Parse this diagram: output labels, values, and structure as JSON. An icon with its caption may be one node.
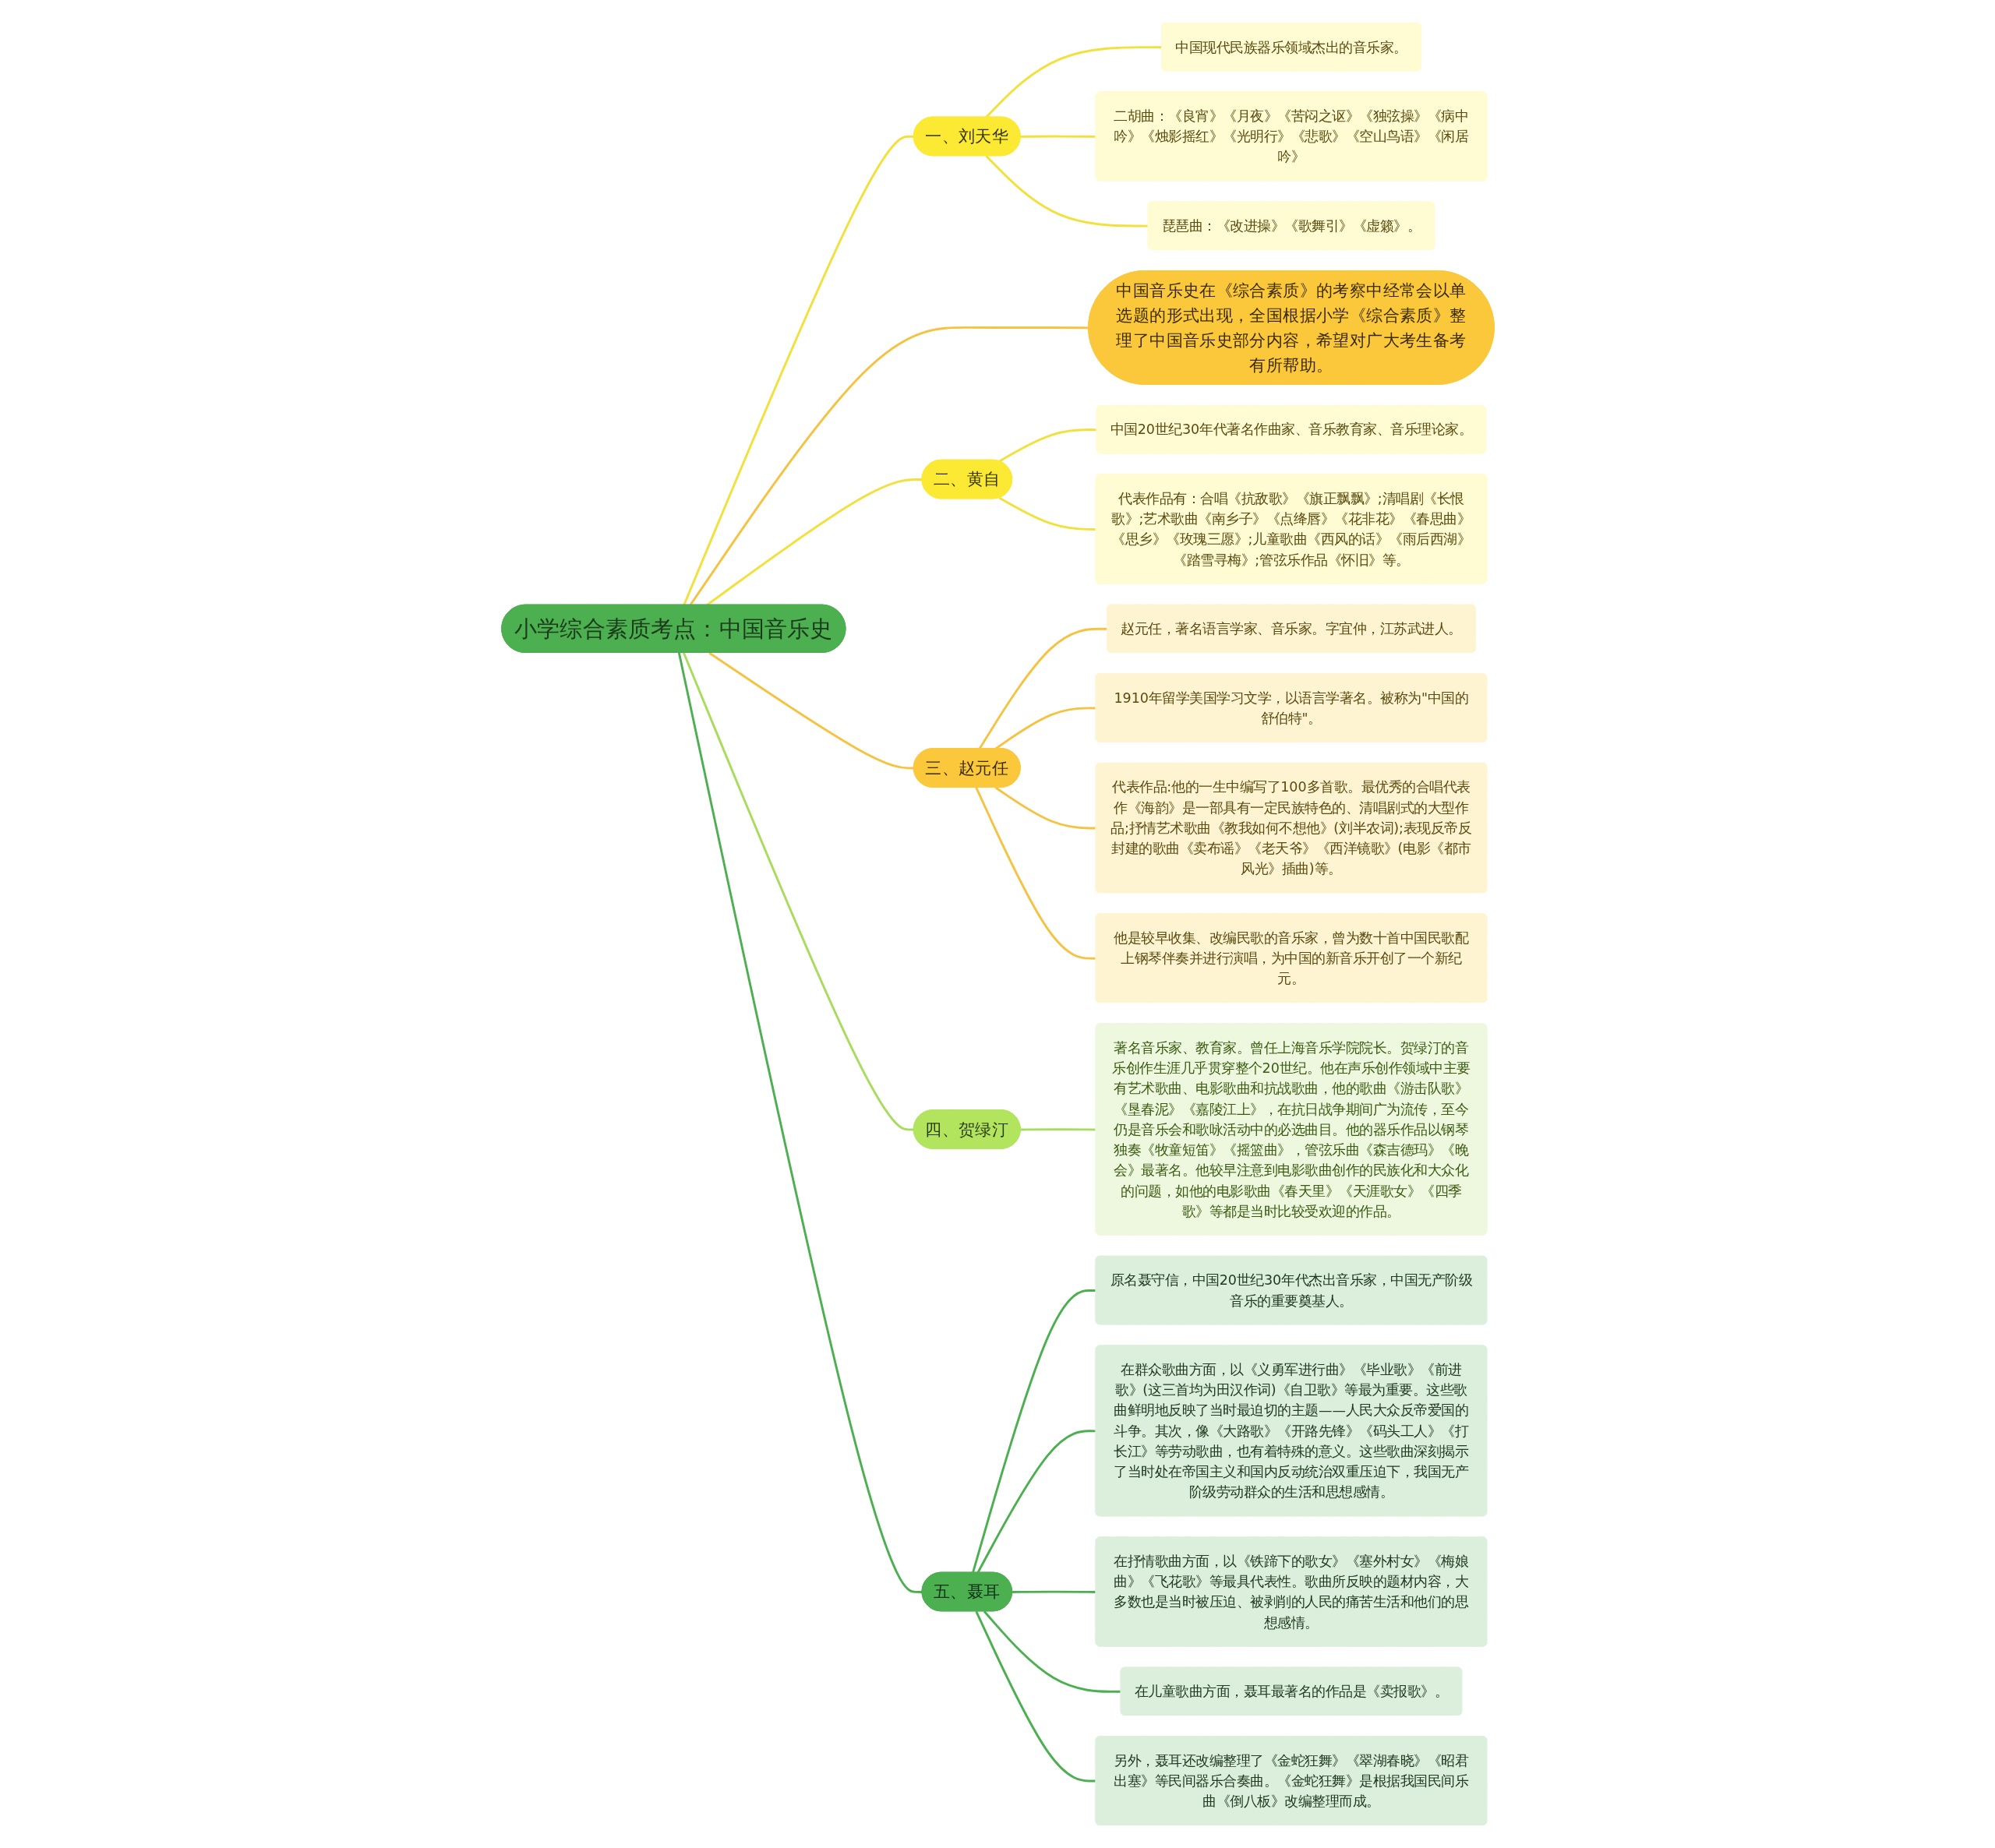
{
  "diagram": {
    "nodes": [
      {
        "text": [
          "小学综合素质考点：中国音乐史"
        ]
      },
      {
        "text": [
          "一、刘天华"
        ]
      },
      {
        "text": [
          "中国现代民族器乐领域杰出的音乐家。"
        ]
      },
      {
        "text": [
          "二胡曲：《良宵》《月夜》《苦闷之讴》《独弦操》《病中吟》《烛影摇红》《光明行》《悲歌》《空山鸟语》《闲居吟》"
        ]
      },
      {
        "text": [
          "琵琶曲：《改进操》《歌舞引》《虚籁》。"
        ]
      },
      {
        "text": [
          "中国音乐史在《综合素质》的考察中经常会以单选题的形式出现，全国根据小学《综合素质》整理了中国音乐史部分内容，希望对广大考生备考有所帮助。"
        ]
      },
      {
        "text": [
          "二、黄自"
        ]
      },
      {
        "text": [
          "中国20世纪30年代著名作曲家、音乐教育家、音乐理论家。"
        ]
      },
      {
        "text": [
          "代表作品有：合唱《抗敌歌》《旗正飘飘》;清唱剧《长恨歌》;艺术歌曲《南乡子》《点绛唇》《花非花》《春思曲》《思乡》《玫瑰三愿》;儿童歌曲《西风的话》《雨后西湖》《踏雪寻梅》;管弦乐作品《怀旧》等。"
        ]
      },
      {
        "text": [
          "三、赵元任"
        ]
      },
      {
        "text": [
          "赵元任，著名语言学家、音乐家。字宜仲，江苏武进人。"
        ]
      },
      {
        "text": [
          "1910年留学美国学习文学，以语言学著名。被称为\"中国的舒伯特\"。"
        ]
      },
      {
        "text": [
          "代表作品:他的一生中编写了100多首歌。最优秀的合唱代表作《海韵》是一部具有一定民族特色的、清唱剧式的大型作品;抒情艺术歌曲《教我如何不想他》(刘半农词);表现反帝反封建的歌曲《卖布谣》《老天爷》《西洋镜歌》(电影《都市风光》插曲)等。"
        ]
      },
      {
        "text": [
          "他是较早收集、改编民歌的音乐家，曾为数十首中国民歌配上钢琴伴奏并进行演唱，为中国的新音乐开创了一个新纪元。"
        ]
      },
      {
        "text": [
          "四、贺绿汀"
        ]
      },
      {
        "text": [
          "著名音乐家、教育家。曾任上海音乐学院院长。贺绿汀的音乐创作生涯几乎贯穿整个20世纪。他在声乐创作领域中主要有艺术歌曲、电影歌曲和抗战歌曲，他的歌曲《游击队歌》《垦春泥》《嘉陵江上》，在抗日战争期间广为流传，至今仍是音乐会和歌咏活动中的必选曲目。他的器乐作品以钢琴独奏《牧童短笛》《摇篮曲》，管弦乐曲《森吉德玛》《晚会》最著名。他较早注意到电影歌曲创作的民族化和大众化的问题，如他的电影歌曲《春天里》《天涯歌女》《四季歌》等都是当时比较受欢迎的作品。"
        ]
      },
      {
        "text": [
          "五、聂耳"
        ]
      },
      {
        "text": [
          "原名聂守信，中国20世纪30年代杰出音乐家，中国无产阶级音乐的重要奠基人。"
        ]
      },
      {
        "text": [
          "在群众歌曲方面，以《义勇军进行曲》《毕业歌》《前进歌》(这三首均为田汉作词)《自卫歌》等最为重要。这些歌曲鲜明地反映了当时最迫切的主题——人民大众反帝爱国的斗争。其次，像《大路歌》《开路先锋》《码头工人》《打长江》等劳动歌曲，也有着特殊的意义。这些歌曲深刻揭示了当时处在帝国主义和国内反动统治双重压迫下，我国无产阶级劳动群众的生活和思想感情。"
        ]
      },
      {
        "text": [
          "在抒情歌曲方面，以《铁蹄下的歌女》《塞外村女》《梅娘曲》《飞花歌》等最具代表性。歌曲所反映的题材内容，大多数也是当时被压迫、被剥削的人民的痛苦生活和他们的思想感情。"
        ]
      },
      {
        "text": [
          "在儿童歌曲方面，聂耳最著名的作品是《卖报歌》。"
        ]
      },
      {
        "text": [
          "另外，聂耳还改编整理了《金蛇狂舞》《翠湖春晓》《昭君出塞》等民间器乐合奏曲。《金蛇狂舞》是根据我国民间乐曲《倒八板》改编整理而成。"
        ]
      }
    ],
    "edges": [
      {
        "from": 0,
        "to": 1,
        "arrow": "none",
        "color": "#f2e03c"
      },
      {
        "from": 1,
        "to": 2,
        "arrow": "none",
        "color": "#f2e03c"
      },
      {
        "from": 1,
        "to": 3,
        "arrow": "none",
        "color": "#f2e03c"
      },
      {
        "from": 1,
        "to": 4,
        "arrow": "none",
        "color": "#f2e03c"
      },
      {
        "from": 0,
        "to": 5,
        "arrow": "none",
        "color": "#f5c242"
      },
      {
        "from": 0,
        "to": 6,
        "arrow": "none",
        "color": "#f2e03c"
      },
      {
        "from": 6,
        "to": 7,
        "arrow": "none",
        "color": "#f2e03c"
      },
      {
        "from": 6,
        "to": 8,
        "arrow": "none",
        "color": "#f2e03c"
      },
      {
        "from": 0,
        "to": 9,
        "arrow": "none",
        "color": "#f5c242"
      },
      {
        "from": 9,
        "to": 10,
        "arrow": "none",
        "color": "#f5c242"
      },
      {
        "from": 9,
        "to": 11,
        "arrow": "none",
        "color": "#f5c242"
      },
      {
        "from": 9,
        "to": 12,
        "arrow": "none",
        "color": "#f5c242"
      },
      {
        "from": 9,
        "to": 13,
        "arrow": "none",
        "color": "#f5c242"
      },
      {
        "from": 0,
        "to": 14,
        "arrow": "none",
        "color": "#a8dc5c"
      },
      {
        "from": 14,
        "to": 15,
        "arrow": "none",
        "color": "#a8dc5c"
      },
      {
        "from": 0,
        "to": 16,
        "arrow": "none",
        "color": "#4caf50"
      },
      {
        "from": 16,
        "to": 17,
        "arrow": "none",
        "color": "#4caf50"
      },
      {
        "from": 16,
        "to": 18,
        "arrow": "none",
        "color": "#4caf50"
      },
      {
        "from": 16,
        "to": 19,
        "arrow": "none",
        "color": "#4caf50"
      },
      {
        "from": 16,
        "to": 20,
        "arrow": "none",
        "color": "#4caf50"
      },
      {
        "from": 16,
        "to": 21,
        "arrow": "none",
        "color": "#4caf50"
      }
    ]
  }
}
